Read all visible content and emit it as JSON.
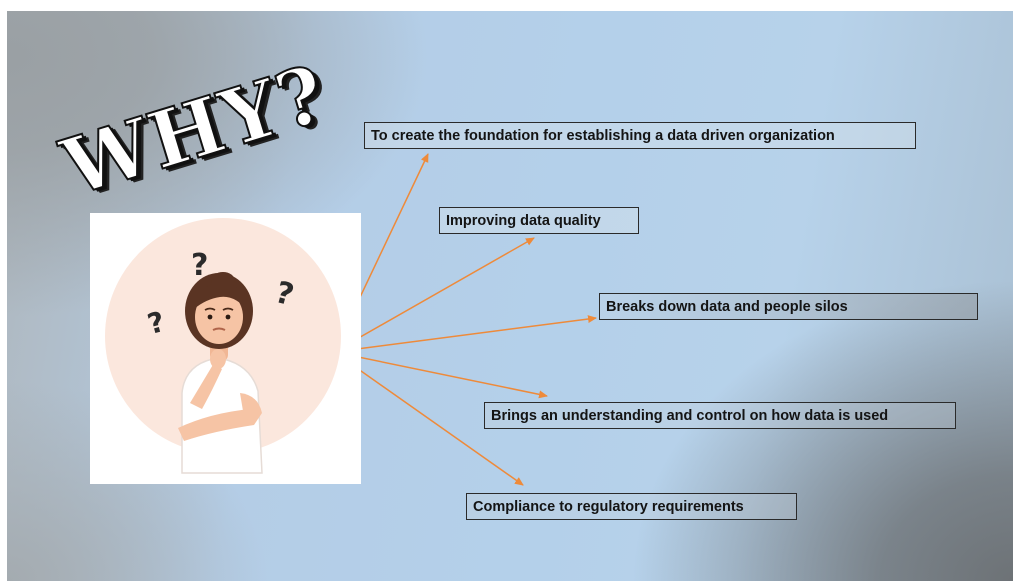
{
  "title": "WHY?",
  "illustration": {
    "icon": "thinking-woman-icon",
    "question_mark": "?"
  },
  "reasons": [
    "To create the foundation for establishing a data driven organization",
    "Improving data quality",
    "Breaks down data and people silos",
    "Brings an understanding and control on how data is used",
    "Compliance to regulatory requirements"
  ],
  "colors": {
    "arrow": "#ee8a3a",
    "background_blue": "#b4d0ea",
    "background_gray": "#8e9398",
    "box_border": "#2a2a2a"
  }
}
